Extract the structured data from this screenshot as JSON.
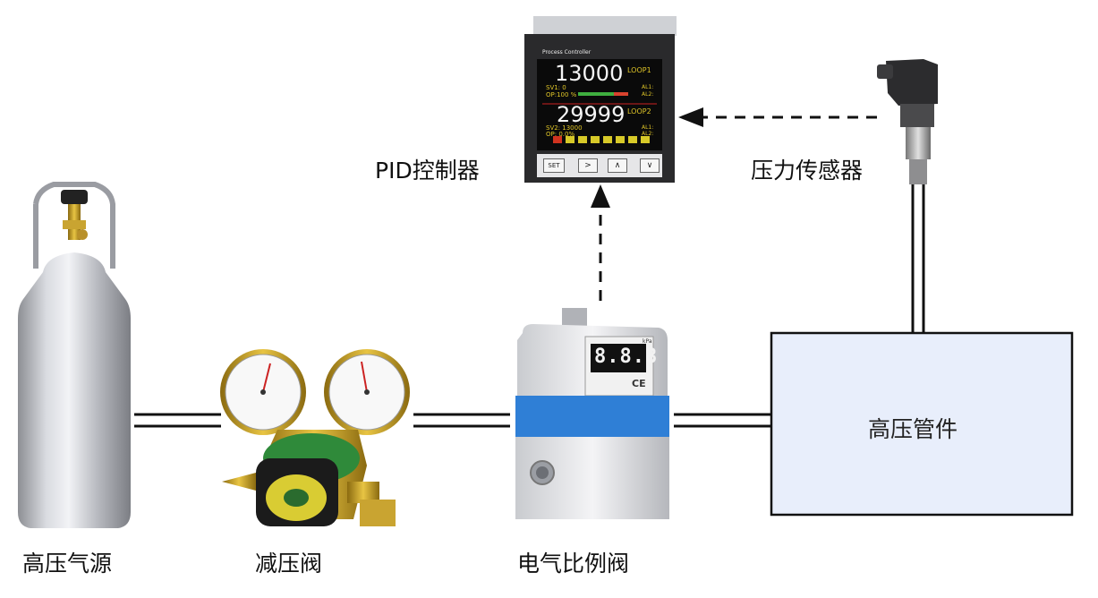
{
  "labels": {
    "gas_source": "高压气源",
    "reducer_valve": "减压阀",
    "proportional_valve": "电气比例阀",
    "pid_controller": "PID控制器",
    "pressure_sensor": "压力传感器",
    "pipe_fitting": "高压管件"
  },
  "controller_display": {
    "brand": "Process Controller",
    "loop1_pv": "13000",
    "loop1_tag": "LOOP1",
    "loop1_sv": "SV1: 0",
    "loop1_op": "OP:100 %",
    "loop1_al1": "AL1:",
    "loop1_al2": "AL2:",
    "loop2_pv": "29999",
    "loop2_tag": "LOOP2",
    "loop2_sv": "SV2: 13000",
    "loop2_op": "OP: 0.0%",
    "loop2_al1": "AL1:",
    "loop2_al2": "AL2:",
    "buttons": [
      "SET",
      ">",
      "∧",
      "∨"
    ]
  },
  "valve_display": {
    "digits": "8.8.8",
    "unit": "kPa",
    "ce_mark": "CE"
  },
  "colors": {
    "pipe": "#111111",
    "pipe_box_fill": "#e8eefb",
    "pipe_box_stroke": "#111111",
    "arrow": "#111111",
    "valve_blue": "#2f7fd6",
    "controller_screen": "#0a0a0a"
  }
}
